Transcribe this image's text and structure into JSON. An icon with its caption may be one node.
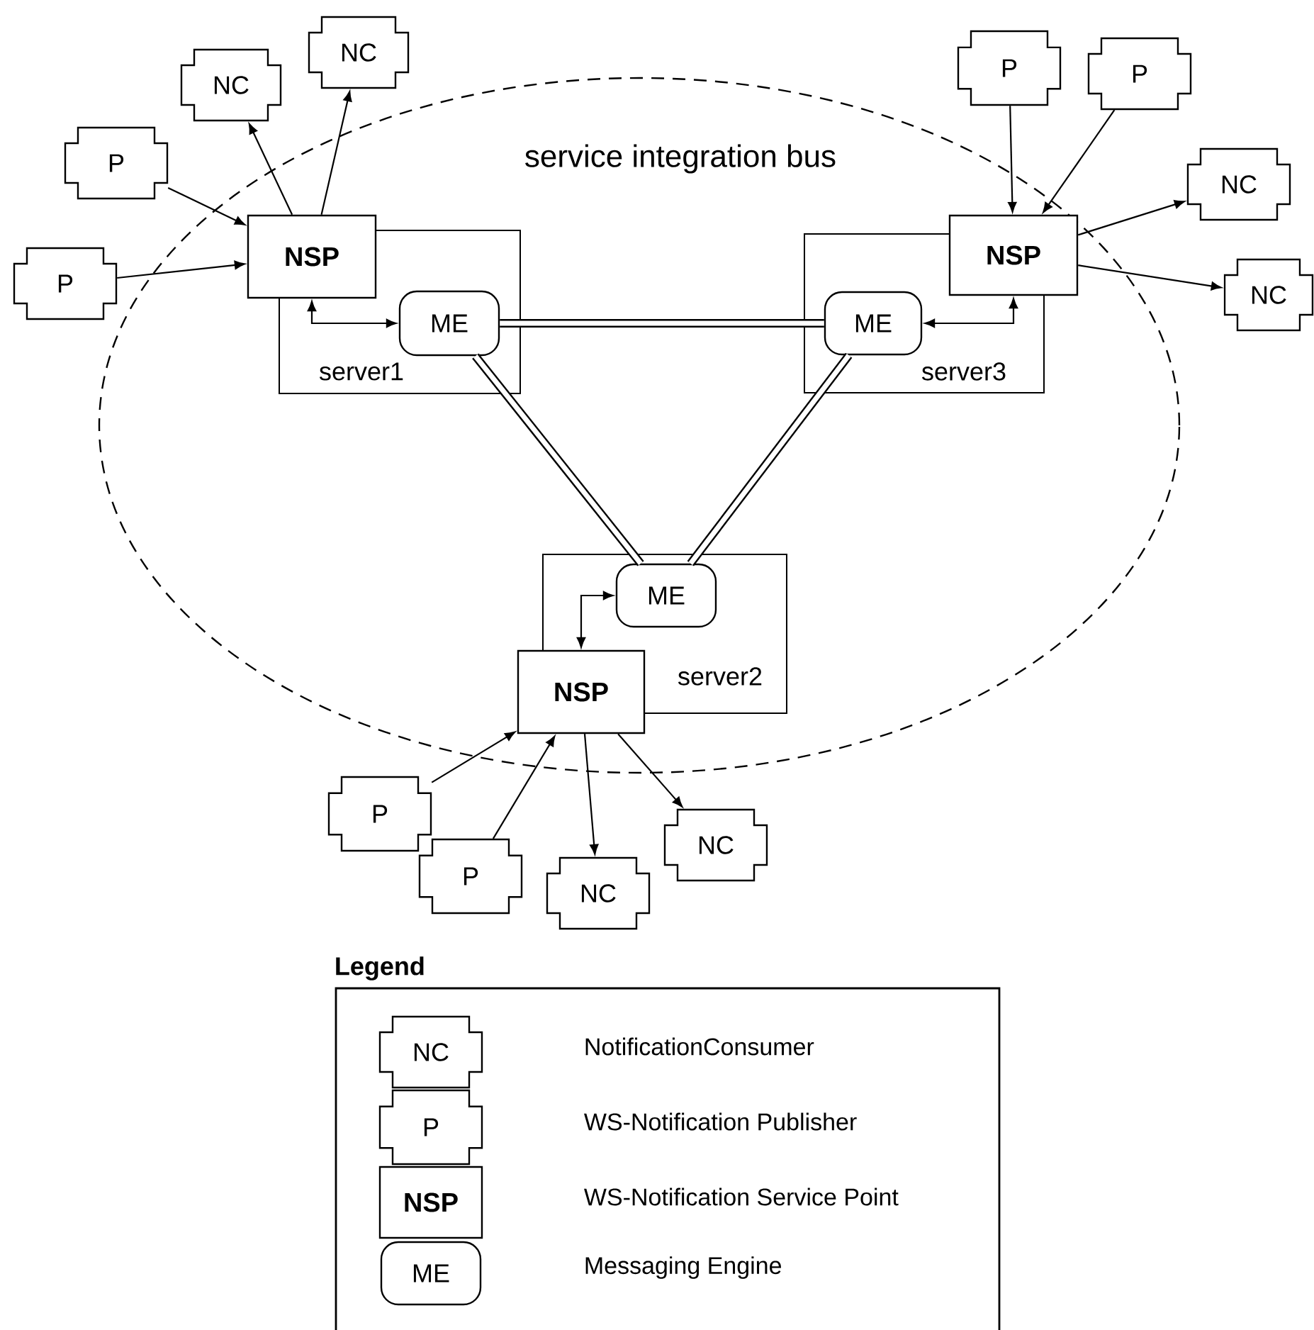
{
  "diagram": {
    "nodes": [
      {
        "text": [
          "service integration bus"
        ]
      },
      {
        "text": [
          "server1"
        ],
        "in": 0
      },
      {
        "text": [
          "NSP"
        ],
        "in": 0
      },
      {
        "text": [
          "ME"
        ],
        "in": 1
      },
      {
        "text": [
          "server3"
        ],
        "in": 0
      },
      {
        "text": [
          "NSP"
        ],
        "in": 0
      },
      {
        "text": [
          "ME"
        ],
        "in": 4
      },
      {
        "text": [
          "server2"
        ],
        "in": 0
      },
      {
        "text": [
          "ME"
        ],
        "in": 7
      },
      {
        "text": [
          "NSP"
        ],
        "in": 0
      },
      {
        "text": [
          "NC"
        ]
      },
      {
        "text": [
          "NC"
        ]
      },
      {
        "text": [
          "P"
        ]
      },
      {
        "text": [
          "P"
        ]
      },
      {
        "text": [
          "P"
        ]
      },
      {
        "text": [
          "P"
        ]
      },
      {
        "text": [
          "NC"
        ]
      },
      {
        "text": [
          "NC"
        ]
      },
      {
        "text": [
          "P"
        ]
      },
      {
        "text": [
          "P"
        ]
      },
      {
        "text": [
          "NC"
        ]
      },
      {
        "text": [
          "NC"
        ]
      }
    ],
    "edges": [
      {
        "from": 12,
        "to": 2,
        "arrow": "to"
      },
      {
        "from": 13,
        "to": 2,
        "arrow": "to"
      },
      {
        "from": 2,
        "to": 10,
        "arrow": "to"
      },
      {
        "from": 2,
        "to": 11,
        "arrow": "to"
      },
      {
        "from": 2,
        "to": 3,
        "arrow": "both"
      },
      {
        "from": 3,
        "to": 6,
        "arrow": "none",
        "style": "thick"
      },
      {
        "from": 3,
        "to": 8,
        "arrow": "none",
        "style": "thick"
      },
      {
        "from": 6,
        "to": 8,
        "arrow": "none",
        "style": "thick"
      },
      {
        "from": 14,
        "to": 5,
        "arrow": "to"
      },
      {
        "from": 15,
        "to": 5,
        "arrow": "to"
      },
      {
        "from": 5,
        "to": 16,
        "arrow": "to"
      },
      {
        "from": 5,
        "to": 17,
        "arrow": "to"
      },
      {
        "from": 5,
        "to": 6,
        "arrow": "both"
      },
      {
        "from": 8,
        "to": 9,
        "arrow": "both"
      },
      {
        "from": 18,
        "to": 9,
        "arrow": "to"
      },
      {
        "from": 19,
        "to": 9,
        "arrow": "to"
      },
      {
        "from": 9,
        "to": 20,
        "arrow": "to"
      },
      {
        "from": 9,
        "to": 21,
        "arrow": "to"
      }
    ],
    "labels": [
      "Legend",
      "NC",
      "P",
      "NSP",
      "ME"
    ],
    "legend": [
      {
        "text": "NotificationConsumer"
      },
      {
        "text": "WS-Notification Publisher"
      },
      {
        "text": "WS-Notification Service Point"
      },
      {
        "text": "Messaging Engine"
      }
    ]
  }
}
